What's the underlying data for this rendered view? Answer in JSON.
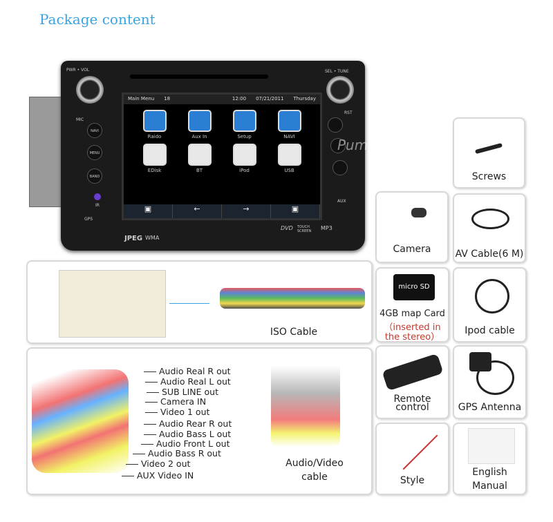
{
  "title": "Package content",
  "stereo": {
    "panel_labels": {
      "pwr": "PWR • VOL",
      "sel": "SEL • TUNE",
      "mic": "MIC",
      "rst": "RST",
      "ir": "IR",
      "gps": "GPS",
      "aux": "AUX"
    },
    "buttons": [
      "NAVI",
      "MENU",
      "BAND"
    ],
    "watermark": "Pumpkin",
    "status_bar": {
      "title": "Main Menu",
      "number": "18",
      "time": "12:00",
      "date": "07/21/2011",
      "day": "Thursday"
    },
    "apps": [
      "Raido",
      "Aux In",
      "Setup",
      "NAVI",
      "EDisk",
      "BT",
      "iPod",
      "USB"
    ],
    "nav": [
      "▣",
      "←",
      "→",
      "▣"
    ],
    "badges": [
      "JPEG",
      "WMA",
      "DVD",
      "TOUCH SCREEN",
      "MP3"
    ]
  },
  "items": {
    "screws": "Screws",
    "camera": "Camera",
    "av_cable": "AV Cable(6 M)",
    "iso": "ISO Cable",
    "map_card": "4GB map Card",
    "map_note1": "（inserted in",
    "map_note2": "the stereo）",
    "ipod": "Ipod cable",
    "remote1": "Remote",
    "remote2": "control",
    "gps": "GPS Antenna",
    "style": "Style",
    "manual1": "English",
    "manual2": "Manual",
    "av1": "Audio/Video",
    "av2": "cable",
    "card_text": "micro SD"
  },
  "wire_labels": [
    "Audio Real R out",
    "Audio Real L out",
    "SUB LINE out",
    "Camera IN",
    "Video 1 out",
    "Audio Rear R out",
    "Audio Bass L  out",
    "Audio Front L   out",
    "Audio Bass R  out",
    "Video 2  out",
    "AUX Video IN"
  ]
}
